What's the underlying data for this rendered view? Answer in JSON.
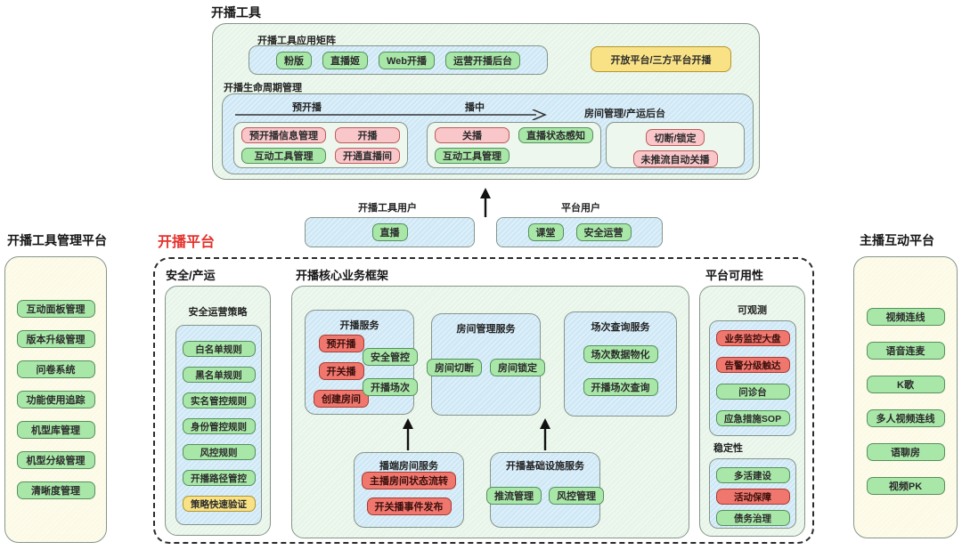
{
  "colors": {
    "green_pill": "#a9e7a9",
    "pink_pill": "#f9c6ca",
    "red_pill": "#f0776e",
    "yellow_pill": "#f9e285",
    "platform_title_red": "#e5322d"
  },
  "broadcast_tools": {
    "title": "开播工具",
    "matrix_label": "开播工具应用矩阵",
    "matrix_apps": [
      {
        "label": "粉版",
        "type": "green"
      },
      {
        "label": "直播姬",
        "type": "green"
      },
      {
        "label": "Web开播",
        "type": "green"
      },
      {
        "label": "运营开播后台",
        "type": "green"
      }
    ],
    "open_platform_label": "开放平台/三方平台开播",
    "lifecycle_label": "开播生命周期管理",
    "phase_pre": "预开播",
    "phase_live": "播中",
    "phase_backend": "房间管理/产运后台",
    "pre_group": [
      {
        "label": "预开播信息管理",
        "type": "pink"
      },
      {
        "label": "开播",
        "type": "pink"
      },
      {
        "label": "互动工具管理",
        "type": "green"
      },
      {
        "label": "开通直播间",
        "type": "pink"
      }
    ],
    "live_group": [
      {
        "label": "关播",
        "type": "pink"
      },
      {
        "label": "直播状态感知",
        "type": "green"
      },
      {
        "label": "互动工具管理",
        "type": "green"
      }
    ],
    "backend_group": [
      {
        "label": "切断/锁定",
        "type": "pink"
      },
      {
        "label": "未推流自动关播",
        "type": "pink"
      }
    ]
  },
  "users": {
    "tool_users_label": "开播工具用户",
    "tool_users": [
      {
        "label": "直播",
        "type": "green"
      }
    ],
    "platform_users_label": "平台用户",
    "platform_users": [
      {
        "label": "课堂",
        "type": "green"
      },
      {
        "label": "安全运营",
        "type": "green"
      }
    ]
  },
  "tool_mgmt_platform": {
    "title": "开播工具管理平台",
    "items": [
      {
        "label": "互动面板管理",
        "type": "green"
      },
      {
        "label": "版本升级管理",
        "type": "green"
      },
      {
        "label": "问卷系统",
        "type": "green"
      },
      {
        "label": "功能使用追踪",
        "type": "green"
      },
      {
        "label": "机型库管理",
        "type": "green"
      },
      {
        "label": "机型分级管理",
        "type": "green"
      },
      {
        "label": "清晰度管理",
        "type": "green"
      }
    ]
  },
  "anchor_platform": {
    "title": "主播互动平台",
    "items": [
      {
        "label": "视频连线",
        "type": "green"
      },
      {
        "label": "语音连麦",
        "type": "green"
      },
      {
        "label": "K歌",
        "type": "green"
      },
      {
        "label": "多人视频连线",
        "type": "green"
      },
      {
        "label": "语聊房",
        "type": "green"
      },
      {
        "label": "视频PK",
        "type": "green"
      }
    ]
  },
  "broadcast_platform": {
    "title": "开播平台",
    "security": {
      "section_label": "安全/产运",
      "strategy_label": "安全运营策略",
      "items": [
        {
          "label": "白名单规则",
          "type": "green"
        },
        {
          "label": "黑名单规则",
          "type": "green"
        },
        {
          "label": "实名管控规则",
          "type": "green"
        },
        {
          "label": "身份管控规则",
          "type": "green"
        },
        {
          "label": "风控规则",
          "type": "green"
        },
        {
          "label": "开播路径管控",
          "type": "green"
        },
        {
          "label": "策略快速验证",
          "type": "yellow"
        }
      ]
    },
    "core": {
      "section_label": "开播核心业务框架",
      "broadcast_service": {
        "name": "开播服务",
        "left_items": [
          {
            "label": "预开播",
            "type": "red"
          },
          {
            "label": "开关播",
            "type": "red"
          },
          {
            "label": "创建房间",
            "type": "red"
          }
        ],
        "right_items": [
          {
            "label": "安全管控",
            "type": "green"
          },
          {
            "label": "开播场次",
            "type": "green"
          }
        ]
      },
      "room_mgmt_service": {
        "name": "房间管理服务",
        "items": [
          {
            "label": "房间切断",
            "type": "green"
          },
          {
            "label": "房间锁定",
            "type": "green"
          }
        ]
      },
      "session_query_service": {
        "name": "场次查询服务",
        "items": [
          {
            "label": "场次数据物化",
            "type": "green"
          },
          {
            "label": "开播场次查询",
            "type": "green"
          }
        ]
      },
      "client_room_service": {
        "name": "播端房间服务",
        "items": [
          {
            "label": "主播房间状态流转",
            "type": "red"
          },
          {
            "label": "开关播事件发布",
            "type": "red"
          }
        ]
      },
      "infra_service": {
        "name": "开播基础设施服务",
        "items": [
          {
            "label": "推流管理",
            "type": "green"
          },
          {
            "label": "风控管理",
            "type": "green"
          }
        ]
      }
    },
    "availability": {
      "section_label": "平台可用性",
      "observability_label": "可观测",
      "observability_items": [
        {
          "label": "业务监控大盘",
          "type": "red"
        },
        {
          "label": "告警分级触达",
          "type": "red"
        },
        {
          "label": "问诊台",
          "type": "green"
        },
        {
          "label": "应急措施SOP",
          "type": "green"
        }
      ],
      "stability_label": "稳定性",
      "stability_items": [
        {
          "label": "多活建设",
          "type": "green"
        },
        {
          "label": "活动保障",
          "type": "red"
        },
        {
          "label": "债务治理",
          "type": "green"
        }
      ]
    }
  }
}
